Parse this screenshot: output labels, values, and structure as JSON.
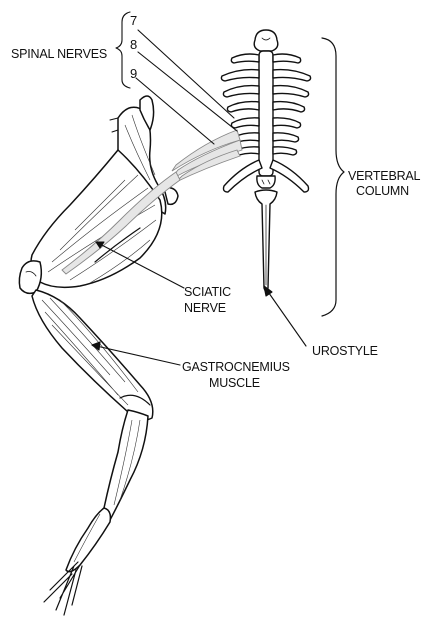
{
  "labels": {
    "spinal_nerves": "SPINAL NERVES",
    "nerve_7": "7",
    "nerve_8": "8",
    "nerve_9": "9",
    "vertebral": "VERTEBRAL",
    "column": "COLUMN",
    "sciatic": "SCIATIC",
    "nerve": "NERVE",
    "urostyle": "UROSTYLE",
    "gastrocnemius": "GASTROCNEMIUS",
    "muscle": "MUSCLE"
  }
}
